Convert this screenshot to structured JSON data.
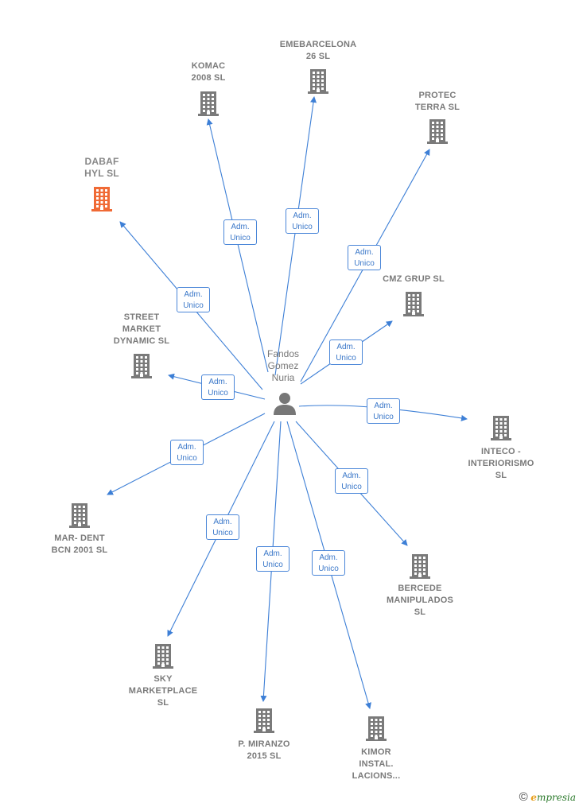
{
  "center": {
    "name": "Fandos\nGomez\nNuria",
    "icon": "person-icon"
  },
  "colors": {
    "edge": "#3d7fd6",
    "building": "#7a7a7a",
    "highlight": "#f06a35"
  },
  "nodes": [
    {
      "id": "komac",
      "label": "KOMAC\n2008  SL",
      "edge_label": "Adm.\nUnico",
      "highlight": false
    },
    {
      "id": "emebarcelona",
      "label": "EMEBARCELONA\n26  SL",
      "edge_label": "Adm.\nUnico",
      "highlight": false
    },
    {
      "id": "protec",
      "label": "PROTEC\nTERRA SL",
      "edge_label": "Adm.\nUnico",
      "highlight": false
    },
    {
      "id": "dabaf",
      "label": "DABAF\nHYL  SL",
      "edge_label": "Adm.\nUnico",
      "highlight": true
    },
    {
      "id": "cmz",
      "label": "CMZ GRUP SL",
      "edge_label": "Adm.\nUnico",
      "highlight": false
    },
    {
      "id": "street",
      "label": "STREET\nMARKET\nDYNAMIC  SL",
      "edge_label": "Adm.\nUnico",
      "highlight": false
    },
    {
      "id": "inteco",
      "label": "INTECO -\nINTERIORISMO\nSL",
      "edge_label": "Adm.\nUnico",
      "highlight": false
    },
    {
      "id": "mardent",
      "label": "MAR- DENT\nBCN 2001  SL",
      "edge_label": "Adm.\nUnico",
      "highlight": false
    },
    {
      "id": "bercede",
      "label": "BERCEDE\nMANIPULADOS\nSL",
      "edge_label": "Adm.\nUnico",
      "highlight": false
    },
    {
      "id": "sky",
      "label": "SKY\nMARKETPLACE\nSL",
      "edge_label": "Adm.\nUnico",
      "highlight": false
    },
    {
      "id": "miranzo",
      "label": "P.  MIRANZO\n2015  SL",
      "edge_label": "Adm.\nUnico",
      "highlight": false
    },
    {
      "id": "kimor",
      "label": "KIMOR\nINSTAL.\nLACIONS...",
      "edge_label": "Adm.\nUnico",
      "highlight": false
    }
  ],
  "footer": {
    "copyright": "©",
    "brand_initial": "e",
    "brand_rest": "mpresia"
  }
}
